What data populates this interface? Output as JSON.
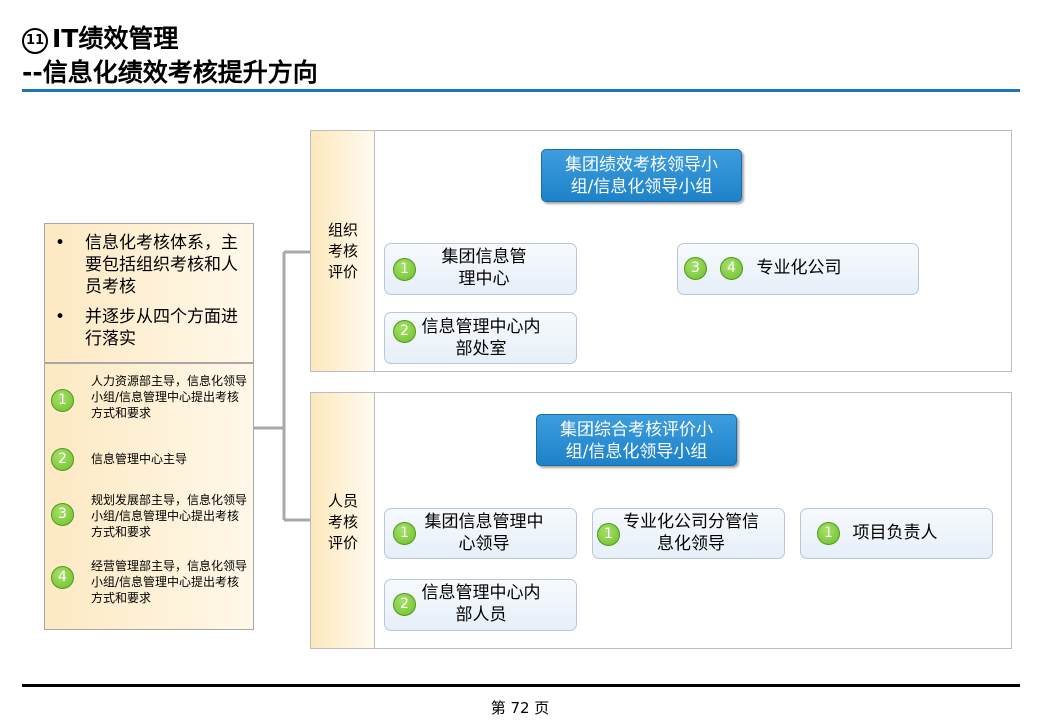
{
  "header": {
    "number": "11",
    "title_line1": "IT绩效管理",
    "title_line2": "--信息化绩效考核提升方向"
  },
  "left_panel": {
    "bullets": [
      "信息化考核体系，主要包括组织考核和人员考核",
      "并逐步从四个方面进行落实"
    ],
    "items": [
      {
        "num": "1",
        "text": "人力资源部主导，信息化领导小组/信息管理中心提出考核方式和要求"
      },
      {
        "num": "2",
        "text": "信息管理中心主导"
      },
      {
        "num": "3",
        "text": "规划发展部主导，信息化领导小组/信息管理中心提出考核方式和要求"
      },
      {
        "num": "4",
        "text": "经营管理部主导，信息化领导小组/信息管理中心提出考核方式和要求"
      }
    ]
  },
  "org_section": {
    "label": [
      "组织",
      "考核",
      "评价"
    ],
    "top": "集团绩效考核领导小组/信息化领导小组",
    "nodes": [
      {
        "nums": [
          "1"
        ],
        "text": "集团信息管理中心"
      },
      {
        "nums": [
          "3",
          "4"
        ],
        "text": "专业化公司"
      },
      {
        "nums": [
          "2"
        ],
        "text": "信息管理中心内部处室"
      }
    ]
  },
  "person_section": {
    "label": [
      "人员",
      "考核",
      "评价"
    ],
    "top": "集团综合考核评价小组/信息化领导小组",
    "nodes": [
      {
        "nums": [
          "1"
        ],
        "text": "集团信息管理中心领导"
      },
      {
        "nums": [
          "1"
        ],
        "text": "专业化公司分管信息化领导"
      },
      {
        "nums": [
          "1"
        ],
        "text": "项目负责人"
      },
      {
        "nums": [
          "2"
        ],
        "text": "信息管理中心内部人员"
      }
    ]
  },
  "footer": {
    "page": "第 72 页"
  }
}
